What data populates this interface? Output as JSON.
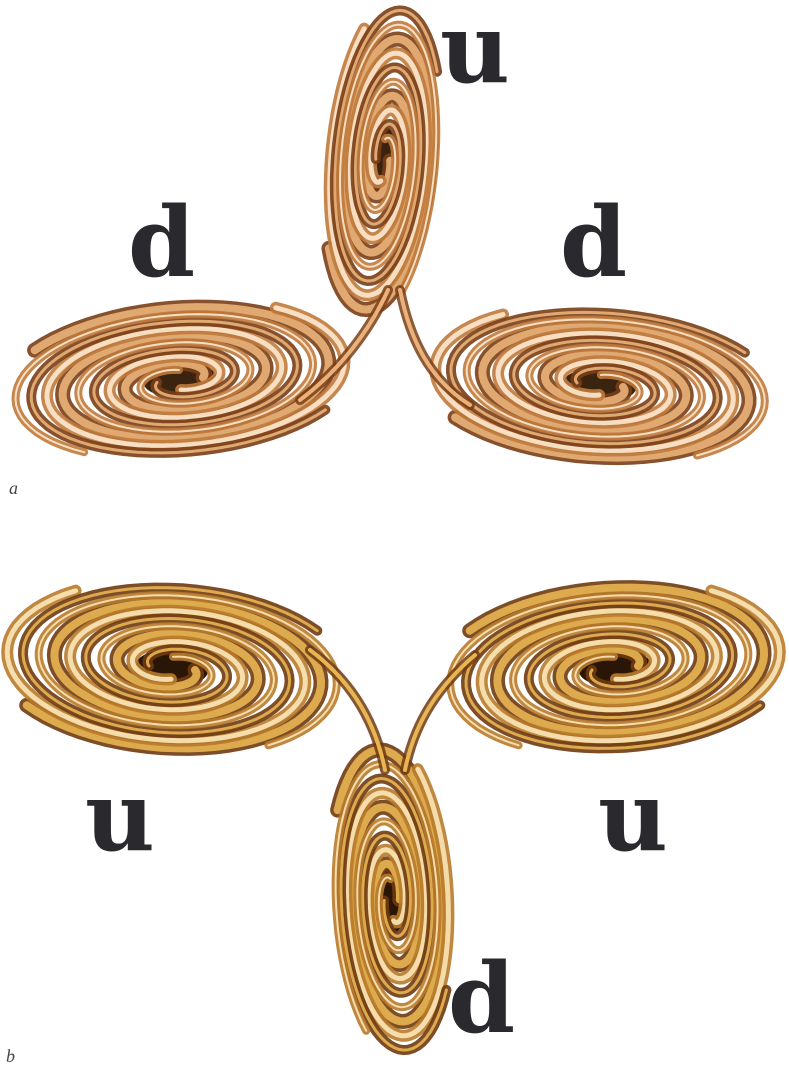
{
  "panels": [
    {
      "label": "a",
      "swirls": [
        {
          "quark": "u",
          "orientation": "vertical"
        },
        {
          "quark": "d",
          "orientation": "horizontal"
        },
        {
          "quark": "d",
          "orientation": "horizontal"
        }
      ]
    },
    {
      "label": "b",
      "swirls": [
        {
          "quark": "u",
          "orientation": "horizontal"
        },
        {
          "quark": "u",
          "orientation": "horizontal"
        },
        {
          "quark": "d",
          "orientation": "vertical"
        }
      ]
    }
  ],
  "palette": {
    "panel_a": [
      "#3a2410",
      "#7a3e16",
      "#c07a3c",
      "#eab27a",
      "#fde9cf"
    ],
    "panel_b": [
      "#2a1606",
      "#6e3a10",
      "#b87a2a",
      "#e8b552",
      "#fbe7b8"
    ]
  }
}
